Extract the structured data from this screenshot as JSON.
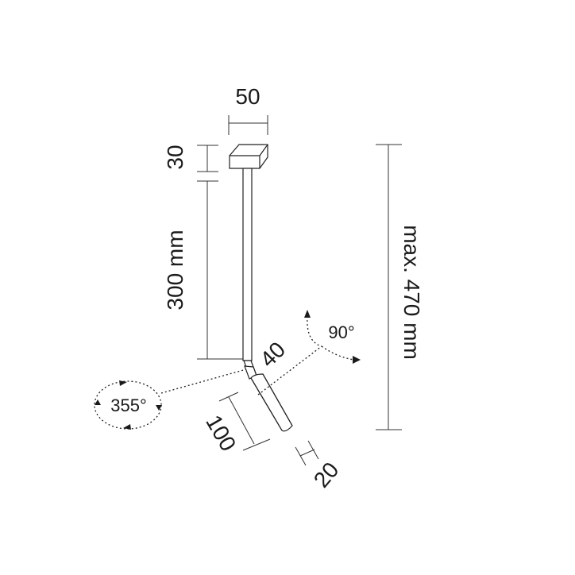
{
  "dimensions": {
    "mount_width": "50",
    "mount_height": "30",
    "rod_length": "300 mm",
    "total_length": "max. 470 mm",
    "joint": "40",
    "head_length": "100",
    "head_diameter": "20"
  },
  "rotation": {
    "horizontal": "355°",
    "vertical": "90°"
  }
}
